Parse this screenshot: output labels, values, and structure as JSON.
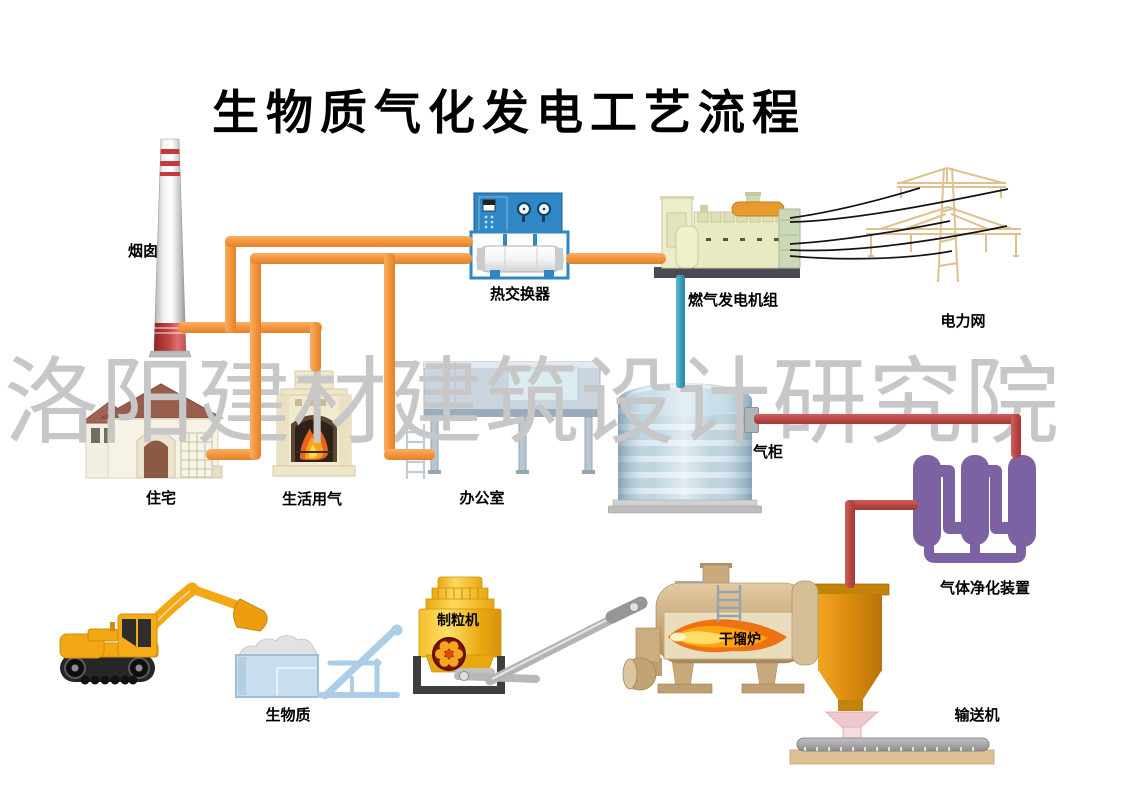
{
  "title": "生物质气化发电工艺流程",
  "watermark": "洛阳建材建筑设计研究院",
  "labels": {
    "chimney": "烟囱",
    "heat_exchanger": "热交换器",
    "generator": "燃气发电机组",
    "power_grid": "电力网",
    "residence": "住宅",
    "domestic_gas": "生活用气",
    "office": "办公室",
    "gas_tank": "气柜",
    "gas_purifier": "气体净化装置",
    "pelletizer": "制粒机",
    "biomass": "生物质",
    "retort_furnace": "干馏炉",
    "conveyor": "输送机"
  },
  "colors": {
    "gas_pipe_orange": "#F2943C",
    "syngas_pipe_blue": "#3699B6",
    "raw_gas_pipe_red": "#B74440",
    "purifier_purple": "#7D62A3",
    "cyclone_orange": "#DE8D10",
    "tank_blue": "#BCD4E0",
    "watermark_gray": "#C7C7C7",
    "title_black": "#000000"
  }
}
